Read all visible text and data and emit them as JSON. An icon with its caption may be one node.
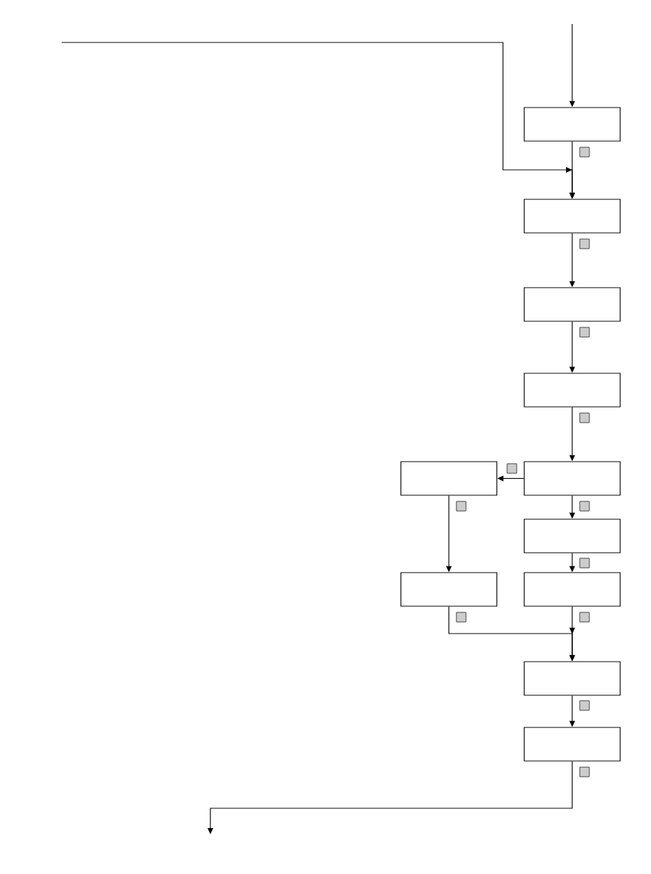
{
  "diagram": {
    "nodes": [
      {
        "text": [],
        "shape": "box"
      },
      {
        "text": [],
        "shape": "box"
      },
      {
        "text": [],
        "shape": "box"
      },
      {
        "text": [],
        "shape": "box"
      },
      {
        "text": [],
        "shape": "box"
      },
      {
        "text": [],
        "shape": "box"
      },
      {
        "text": [],
        "shape": "box"
      },
      {
        "text": [],
        "shape": "box"
      },
      {
        "text": [],
        "shape": "box"
      },
      {
        "text": [],
        "shape": "box"
      },
      {
        "text": [],
        "shape": "box"
      }
    ],
    "edges": [
      {
        "from": null,
        "to": 0,
        "arrow": "to"
      },
      {
        "from": 0,
        "to": 1,
        "arrow": "to"
      },
      {
        "from": null,
        "to": 1,
        "arrow": "to"
      },
      {
        "from": 1,
        "to": 2,
        "arrow": "to"
      },
      {
        "from": 2,
        "to": 3,
        "arrow": "to"
      },
      {
        "from": 3,
        "to": 5,
        "arrow": "to"
      },
      {
        "from": 5,
        "to": 4,
        "arrow": "to"
      },
      {
        "from": 5,
        "to": 6,
        "arrow": "to"
      },
      {
        "from": 4,
        "to": 7,
        "arrow": "to"
      },
      {
        "from": 6,
        "to": 8,
        "arrow": "to"
      },
      {
        "from": 7,
        "to": 9,
        "arrow": "to"
      },
      {
        "from": 8,
        "to": 9,
        "arrow": "to"
      },
      {
        "from": 9,
        "to": 10,
        "arrow": "to"
      },
      {
        "from": 10,
        "to": null,
        "arrow": "to"
      }
    ]
  }
}
